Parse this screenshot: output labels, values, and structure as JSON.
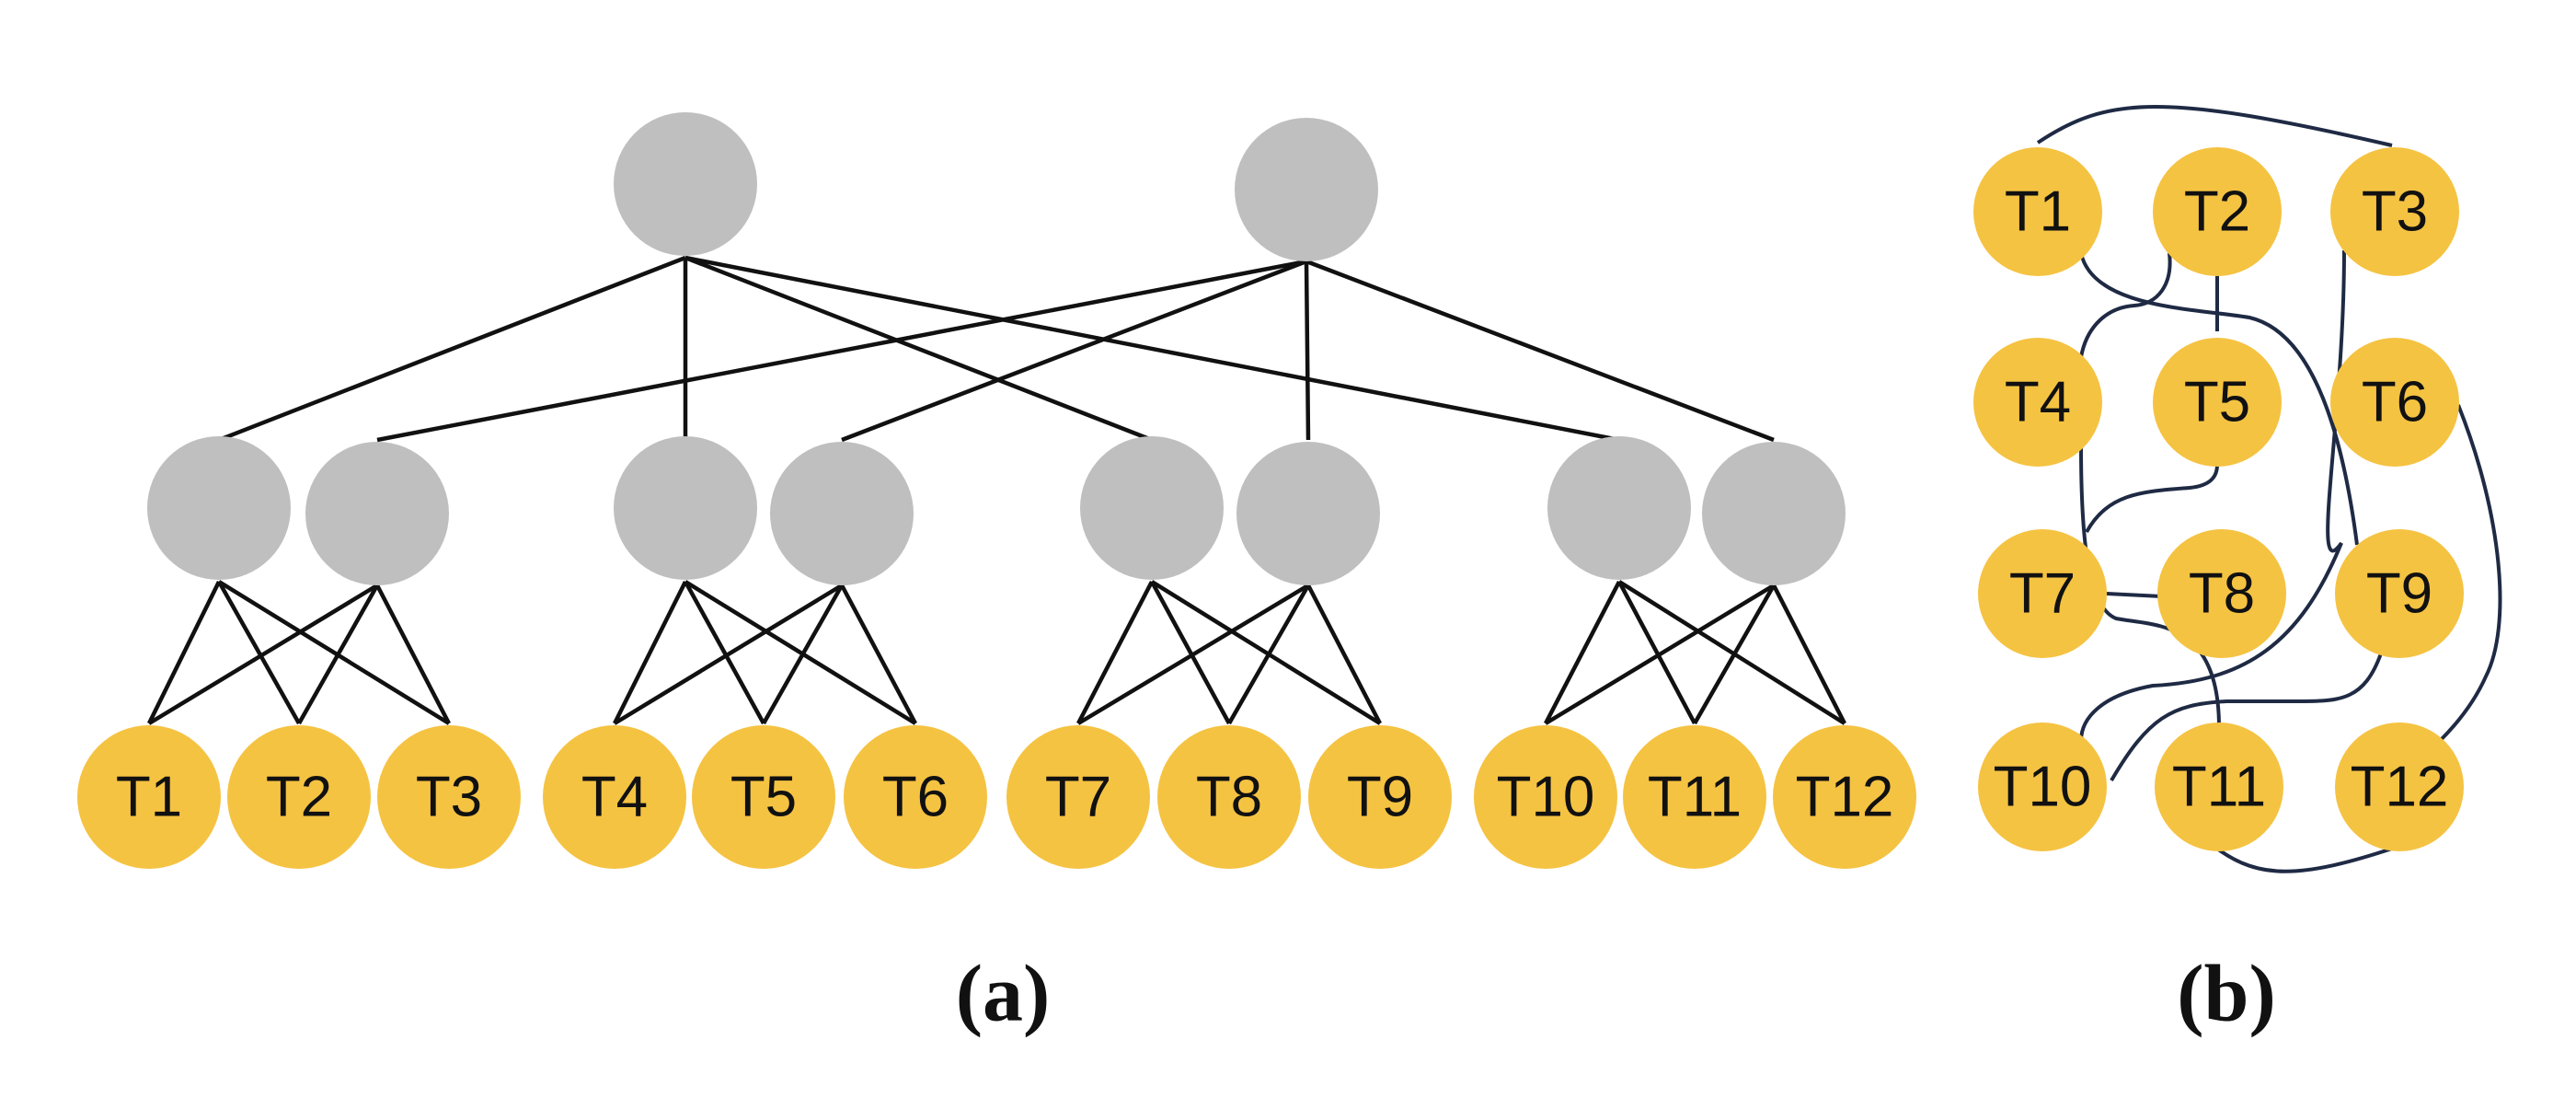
{
  "colors": {
    "switch_node": "#bfbfbf",
    "terminal_node": "#f5c342",
    "tree_edge": "#111111",
    "wire_edge": "#1f2a44"
  },
  "panel_a": {
    "caption": "(a)",
    "terminals": [
      "T1",
      "T2",
      "T3",
      "T4",
      "T5",
      "T6",
      "T7",
      "T8",
      "T9",
      "T10",
      "T11",
      "T12"
    ]
  },
  "panel_b": {
    "caption": "(b)",
    "terminals": [
      "T1",
      "T2",
      "T3",
      "T4",
      "T5",
      "T6",
      "T7",
      "T8",
      "T9",
      "T10",
      "T11",
      "T12"
    ]
  }
}
